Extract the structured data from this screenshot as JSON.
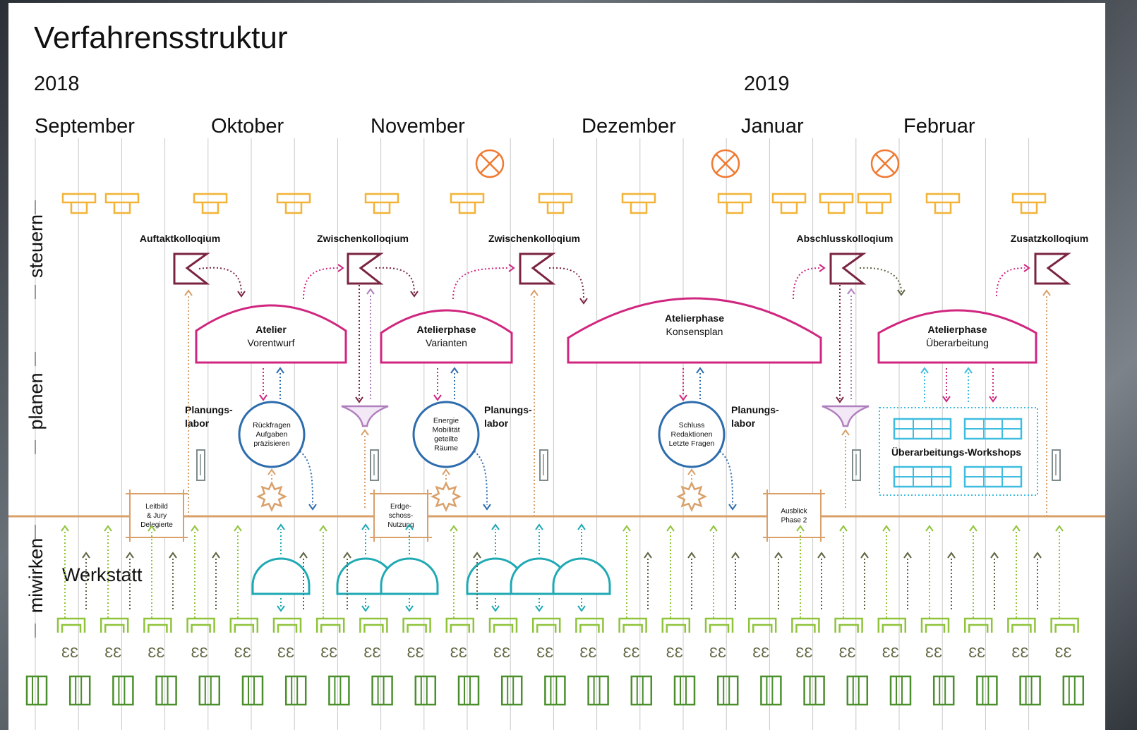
{
  "title": "Verfahrensstruktur",
  "years": [
    "2018",
    "2019"
  ],
  "months": [
    "September",
    "Oktober",
    "November",
    "Dezember",
    "Januar",
    "Februar"
  ],
  "rows": [
    "steuern",
    "planen",
    "miwirken"
  ],
  "colloquia": [
    "Auftaktkolloqium",
    "Zwischenkolloqium",
    "Zwischenkolloqium",
    "Abschlusskolloqium",
    "Zusatzkolloqium"
  ],
  "ateliers": [
    {
      "title": "Atelier",
      "subtitle": "Vorentwurf"
    },
    {
      "title": "Atelierphase",
      "subtitle": "Varianten"
    },
    {
      "title": "Atelierphase",
      "subtitle": "Konsensplan"
    },
    {
      "title": "Atelierphase",
      "subtitle": "Überarbeitung"
    }
  ],
  "labs": [
    {
      "label": "Planungs-\nlabor",
      "bubble": "Rückfragen\nAufgaben\npräzisieren"
    },
    {
      "label": "Planungs-\nlabor",
      "bubble": "Energie\nMobilität\ngeteilte\nRäume"
    },
    {
      "label": "Planungs-\nlabor",
      "bubble": "Schluss\nRedaktionen\nLetzte Fragen"
    }
  ],
  "workshops": "Überarbeitungs-Workshops",
  "boxes": [
    "Leitbild\n& Jury\nDelegierte",
    "Erdge-\nschoss-\nNutzung",
    "Ausblick\nPhase 2"
  ],
  "werkstatt": "Werkstatt",
  "colors": {
    "grid": "#c9c9c9",
    "steuern_yellow": "#f2b336",
    "magenta": "#d0267f",
    "blue": "#2d6cad",
    "teal": "#1ea9b3",
    "orange": "#d9a06a",
    "plum": "#7a2440",
    "lilac": "#b07fbe",
    "green_light": "#8fc43a",
    "green_dark": "#4a8f2c",
    "olive": "#5f6440",
    "marker": "#f07a33",
    "cyan_dotted": "#3fbde0"
  }
}
